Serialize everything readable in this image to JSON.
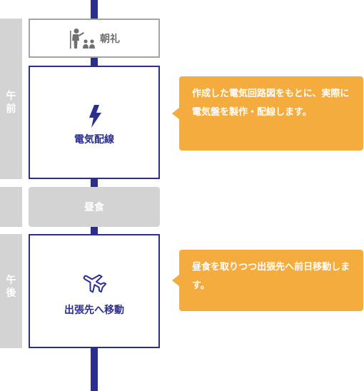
{
  "periods": {
    "morning": "午前",
    "afternoon": "午後"
  },
  "schedule": {
    "assembly": {
      "label": "朝礼",
      "icon": "presenter-icon"
    },
    "wiring": {
      "label": "電気配線",
      "icon": "lightning-icon"
    },
    "lunch": {
      "label": "昼食"
    },
    "travel": {
      "label": "出張先へ移動",
      "icon": "airplane-icon"
    }
  },
  "notes": {
    "wiring": "作成した電気回路図をもとに、実際に電気盤を製作・配線します。",
    "travel": "昼食を取りつつ出張先へ前日移動します。"
  },
  "colors": {
    "navy": "#2b2e8c",
    "orange": "#f5ac3f",
    "gray": "#d3d3d3",
    "border_gray": "#a4a4a4"
  }
}
